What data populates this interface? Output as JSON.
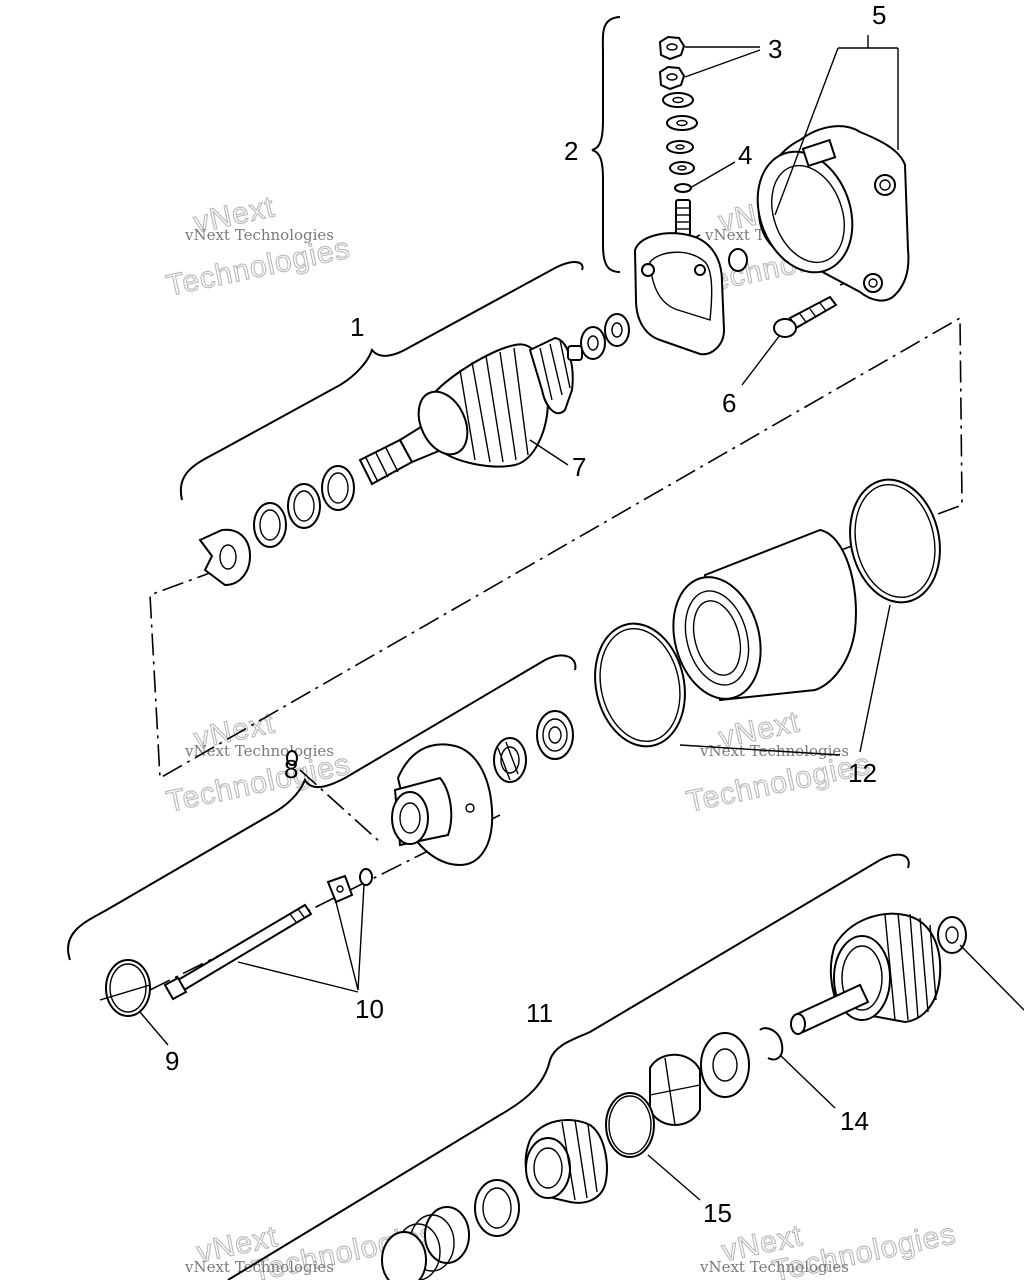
{
  "callouts": [
    {
      "id": "1",
      "text": "1"
    },
    {
      "id": "2",
      "text": "2"
    },
    {
      "id": "3",
      "text": "3"
    },
    {
      "id": "4",
      "text": "4"
    },
    {
      "id": "5",
      "text": "5"
    },
    {
      "id": "6",
      "text": "6"
    },
    {
      "id": "7",
      "text": "7"
    },
    {
      "id": "8",
      "text": "8"
    },
    {
      "id": "9",
      "text": "9"
    },
    {
      "id": "10",
      "text": "10"
    },
    {
      "id": "11",
      "text": "11"
    },
    {
      "id": "12",
      "text": "12"
    },
    {
      "id": "14",
      "text": "14"
    },
    {
      "id": "15",
      "text": "15"
    }
  ],
  "watermark": {
    "company": "vNext Technologies",
    "word1": "vNext",
    "word2": "Technologies"
  }
}
